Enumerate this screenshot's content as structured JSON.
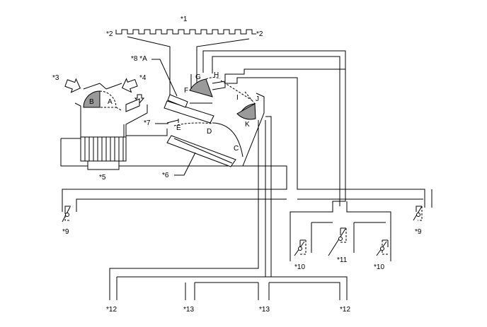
{
  "labels": {
    "n1": "*1",
    "n2_left": "*2",
    "n2_right": "*2",
    "n3": "*3",
    "n4": "*4",
    "n5": "*5",
    "n6": "*6",
    "n7": "*7",
    "n8a": "*8 *A",
    "n9_left": "*9",
    "n9_right": "*9",
    "n10_left": "*10",
    "n10_right": "*10",
    "n11": "*11",
    "n12_left": "*12",
    "n12_right": "*12",
    "n13_left": "*13",
    "n13_right": "*13"
  },
  "doors": {
    "A": "A",
    "B": "B",
    "C": "C",
    "D": "D",
    "E": "E",
    "F": "F",
    "G": "G",
    "H": "H",
    "I": "I",
    "J": "J",
    "K": "K"
  }
}
